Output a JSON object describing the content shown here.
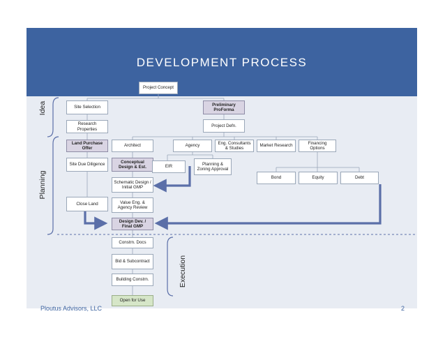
{
  "title": "DEVELOPMENT PROCESS",
  "footer": {
    "company": "Ploutus Advisors, LLC",
    "page_number": "2"
  },
  "phases": {
    "idea": "Idea",
    "planning": "Planning",
    "execution": "Execution"
  },
  "nodes": {
    "project_concept": "Project Concept",
    "site_selection": "Site Selection",
    "preliminary_proforma": "Preliminary ProForma",
    "research_properties": "Research Properties",
    "project_defn": "Project Defn.",
    "land_purchase_offer": "Land Purchase Offer",
    "architect": "Architect",
    "agency": "Agency",
    "eng_consultants": "Eng. Consultants & Studies",
    "market_research": "Market Research",
    "financing_options": "Financing Options",
    "site_due_diligence": "Site Due Diligence",
    "conceptual_design": "Conceptual Design & Est.",
    "eir": "EIR",
    "planning_zoning": "Planning & Zoning Approval",
    "bond": "Bond",
    "equity": "Equity",
    "debt": "Debt",
    "schematic_design": "Schematic Design / Initial GMP",
    "close_land": "Close Land",
    "value_eng": "Value Eng. & Agency Review",
    "design_dev": "Design Dev. / Final GMP",
    "constrn_docs": "Constrn. Docs",
    "bid_subcontract": "Bid & Subcontract",
    "building_constrn": "Building Constrn.",
    "open_for_use": "Open for Use"
  },
  "colors": {
    "header": "#3d63a0",
    "band": "#e8ecf3",
    "highlight": "#d9d4e3",
    "open_for_use": "#d6e6c8",
    "arrow": "#5b6fa8",
    "footer_text": "#3d63a0"
  }
}
